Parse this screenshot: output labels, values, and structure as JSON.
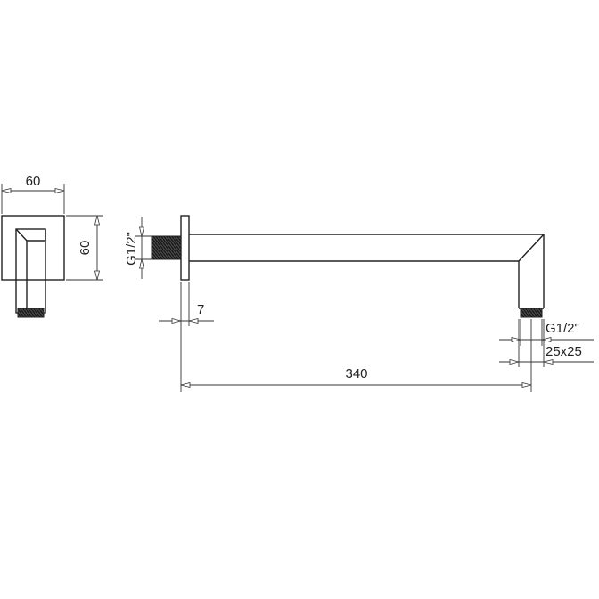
{
  "dimensions": {
    "front_width": "60",
    "front_height": "60",
    "thread_left": "G1/2\"",
    "flange_thickness": "7",
    "arm_length": "340",
    "thread_right": "G1/2\"",
    "arm_section": "25x25"
  }
}
